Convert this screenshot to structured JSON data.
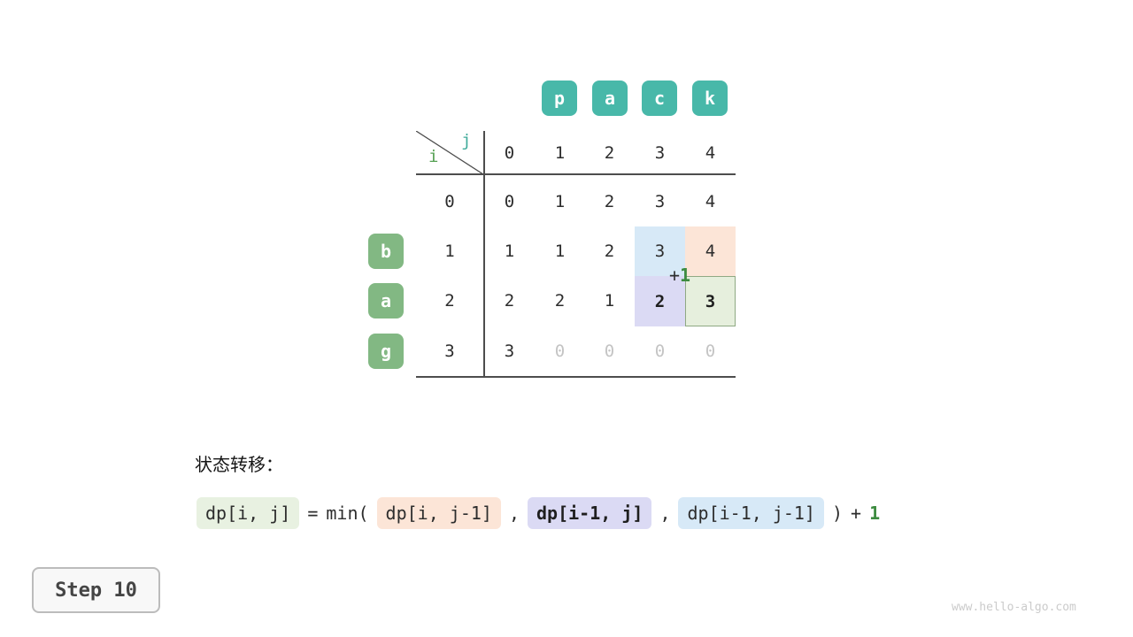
{
  "header": {
    "col_letters": [
      "p",
      "a",
      "c",
      "k"
    ],
    "row_letters": [
      "b",
      "a",
      "g"
    ],
    "corner": {
      "i_label": "i",
      "j_label": "j"
    },
    "col_indices": [
      "0",
      "1",
      "2",
      "3",
      "4"
    ],
    "row_indices": [
      "0",
      "1",
      "2",
      "3"
    ]
  },
  "grid": {
    "rows": [
      [
        "0",
        "1",
        "2",
        "3",
        "4"
      ],
      [
        "1",
        "1",
        "2",
        "3",
        "4"
      ],
      [
        "2",
        "2",
        "1",
        "2",
        "3"
      ],
      [
        "3",
        "0",
        "0",
        "0",
        "0"
      ]
    ]
  },
  "annotation": {
    "plus": "+",
    "one": "1"
  },
  "formula": {
    "label": "状态转移：",
    "lhs": "dp[i, j]",
    "eq": "=",
    "min_open": "min(",
    "term1": "dp[i, j-1]",
    "comma1": ",",
    "term2": "dp[i-1, j]",
    "comma2": ",",
    "term3": "dp[i-1, j-1]",
    "close": ")",
    "plus": "+",
    "one": "1"
  },
  "footer": {
    "step_label": "Step 10",
    "watermark": "www.hello-algo.com"
  },
  "colors": {
    "col_chip_teal": "#48b8a9",
    "row_chip_green": "#82b883",
    "highlight_blue": "#d7e9f7",
    "highlight_orange": "#fce5d7",
    "highlight_purple": "#dbdaf4",
    "highlight_green_bg": "#e6efdd",
    "highlight_green_border": "#8fa983",
    "accent_green": "#3d8b40",
    "dim_text": "#c4c4c4",
    "grid_line": "#4d4d4d"
  }
}
